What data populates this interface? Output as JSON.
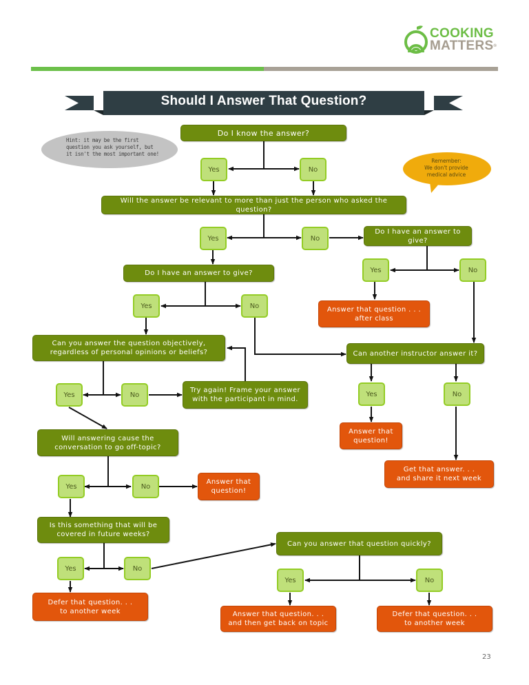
{
  "header": {
    "logo": {
      "line1": "COOKING",
      "line2": "MATTERS",
      "registered": "®"
    },
    "title": "Should I Answer That Question?"
  },
  "colors": {
    "question_box": "#6e8c0e",
    "choice_box": "#bfe07a",
    "choice_border": "#93cc24",
    "answer_box": "#e2560c",
    "banner": "#2f3e44",
    "rule_green": "#6cc04a",
    "rule_grey": "#a8a196",
    "hint_bubble": "#c3c3c3",
    "remember_bubble": "#f0ab0c"
  },
  "callouts": {
    "hint": "Hint: it may be the first\nquestion you ask yourself, but\nit isn't the most important one!",
    "remember": "Remember:\nWe don't provide\nmedical advice"
  },
  "flowchart": {
    "questions": {
      "q1": "Do I know the answer?",
      "q2": "Will the answer be relevant to more than just the person who asked the question?",
      "q3_left": "Do I have an answer to give?",
      "q3_right": "Do I have an answer to give?",
      "q4": "Can you answer the question objectively,\nregardless of personal opinions or beliefs?",
      "q_instructor": "Can another instructor answer it?",
      "q5": "Will answering cause the\nconversation to go off-topic?",
      "q6": "Is this something that will be\ncovered in future weeks?",
      "q7": "Can you answer that question quickly?",
      "try_again": "Try again! Frame your answer\nwith the participant in mind."
    },
    "choices": {
      "yes": "Yes",
      "no": "No"
    },
    "answers": {
      "after_class": "Answer that question . . .\nafter class",
      "answer_instructor_yes": "Answer that\nquestion!",
      "share_next_week": "Get that answer. . .\nand share it next week",
      "answer_off_topic_no": "Answer that\nquestion!",
      "defer_left": "Defer that question. . .\nto another week",
      "answer_back_on_topic": "Answer that question. . .\nand then get back on topic",
      "defer_right": "Defer that question. . .\nto another week"
    }
  },
  "footer": {
    "page_number": "23"
  }
}
